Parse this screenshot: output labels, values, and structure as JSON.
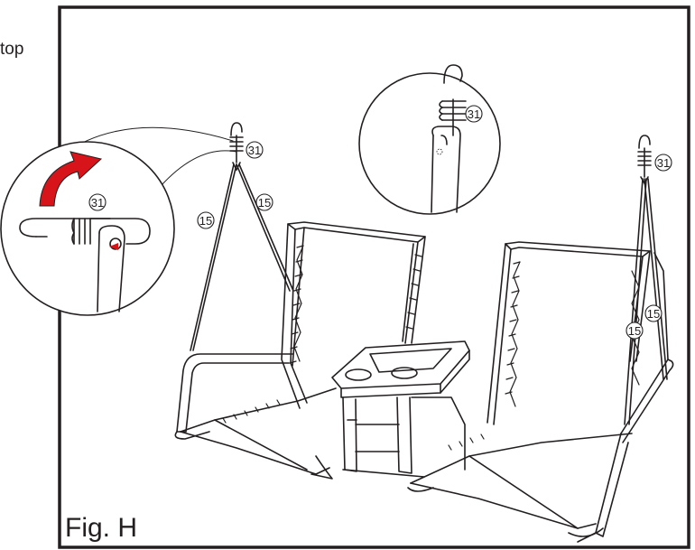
{
  "corner_text": "top",
  "figure_label": "Fig. H",
  "callouts": {
    "hook_left": "31",
    "chain_left_outer": "15",
    "chain_left_inner": "15",
    "hook_top_detail": "31",
    "hook_left_detail": "31",
    "hook_right": "31",
    "chain_right_a": "15",
    "chain_right_b": "15"
  },
  "colors": {
    "line": "#231f20",
    "arrow": "#d7141a"
  },
  "icons": {
    "rotate_arrow": "curved-arrow-red",
    "hook": "s-hook"
  }
}
